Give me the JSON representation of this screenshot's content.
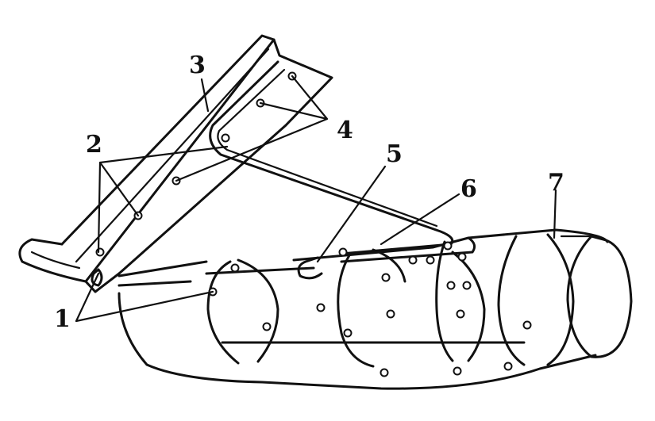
{
  "colors": {
    "ink": "#111111",
    "paper": "#ffffff"
  },
  "labels": {
    "l1": "1",
    "l2": "2",
    "l3": "3",
    "l4": "4",
    "l5": "5",
    "l6": "6",
    "l7": "7"
  }
}
